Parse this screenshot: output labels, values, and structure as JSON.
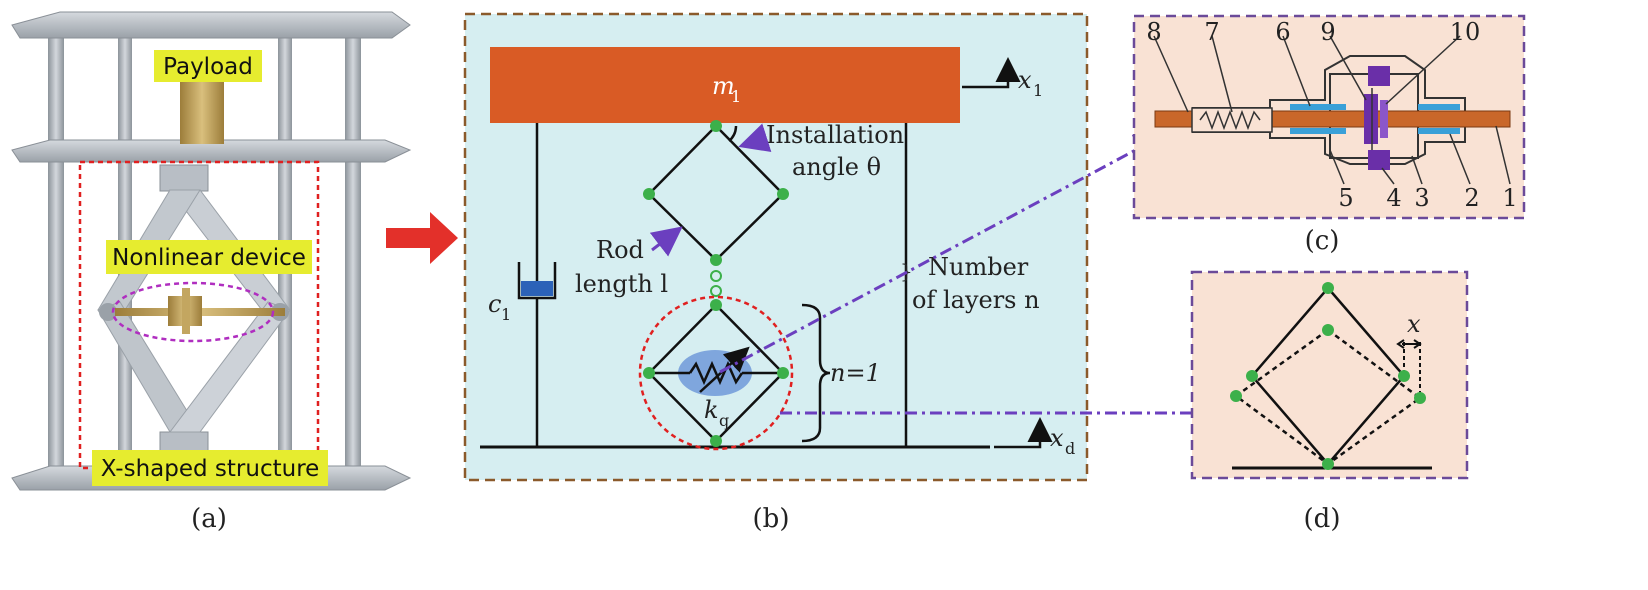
{
  "panel_a": {
    "caption": "(a)",
    "payload_tag": "Payload",
    "device_tag": "Nonlinear device",
    "structure_tag": "X-shaped structure"
  },
  "panel_b": {
    "caption": "(b)",
    "mass_label": "m",
    "mass_sub": "1",
    "x1_label": "x",
    "x1_sub": "1",
    "xd_label": "x",
    "xd_sub": "d",
    "damper_label": "c",
    "damper_sub": "1",
    "spring_label": "k",
    "spring_sub": "q",
    "angle_line1": "Installation",
    "angle_line2": "angle θ",
    "rod_line1": "Rod",
    "rod_line2": "length l",
    "layers_line1": "Number",
    "layers_line2": "of layers n",
    "n_eq": "n=1"
  },
  "panel_c": {
    "caption": "(c)",
    "part_numbers_top": [
      "8",
      "7",
      "6",
      "9",
      "10"
    ],
    "part_numbers_bottom": [
      "5",
      "4",
      "3",
      "2",
      "1"
    ]
  },
  "panel_d": {
    "caption": "(d)",
    "disp_label": "x"
  },
  "colors": {
    "mass": "#d95b25",
    "panel_b_bg": "#d6eef1",
    "panel_cd_bg": "#f9e2d4",
    "node": "#3cb04a",
    "arrow_purple": "#6b3fbf",
    "red_arrow": "#e3302a",
    "dash_red": "#e02020",
    "tag_bg": "#e6ec2f"
  }
}
